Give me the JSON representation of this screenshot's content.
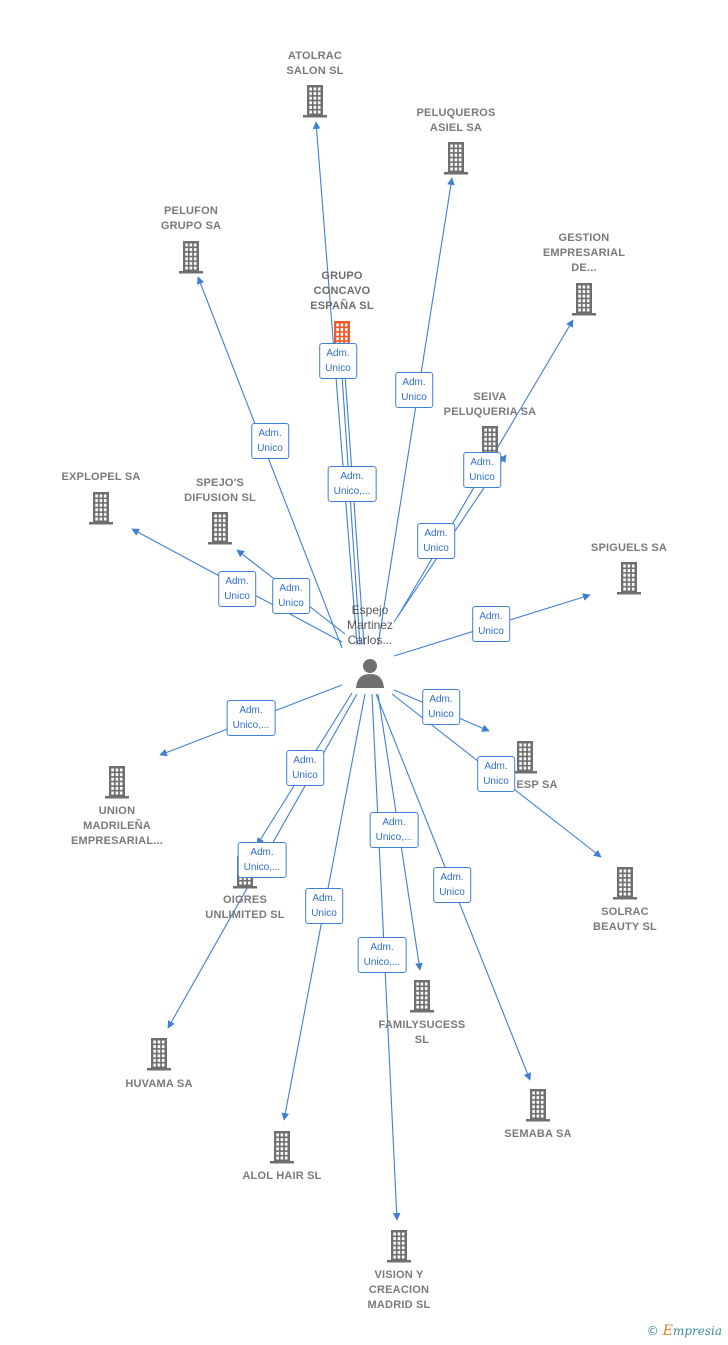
{
  "person": {
    "label_lines": [
      "Espejo",
      "Martinez",
      "Carlos..."
    ]
  },
  "companies": [
    {
      "id": "atolrac",
      "lines": [
        "ATOLRAC",
        "SALON  SL"
      ],
      "highlight": false
    },
    {
      "id": "peluqueros",
      "lines": [
        "PELUQUEROS",
        "ASIEL SA"
      ],
      "highlight": false
    },
    {
      "id": "pelufon",
      "lines": [
        "PELUFON",
        "GRUPO SA"
      ],
      "highlight": false
    },
    {
      "id": "gestion",
      "lines": [
        "GESTION",
        "EMPRESARIAL",
        "DE..."
      ],
      "highlight": false
    },
    {
      "id": "grupo-concavo",
      "lines": [
        "GRUPO",
        "CONCAVO",
        "ESPAÑA  SL"
      ],
      "highlight": true
    },
    {
      "id": "seiva",
      "lines": [
        "SEIVA",
        "PELUQUERIA SA"
      ],
      "highlight": false
    },
    {
      "id": "explopel",
      "lines": [
        "EXPLOPEL SA"
      ],
      "highlight": false
    },
    {
      "id": "spejos",
      "lines": [
        "SPEJO'S",
        "DIFUSION  SL"
      ],
      "highlight": false
    },
    {
      "id": "spiguels",
      "lines": [
        "SPIGUELS SA"
      ],
      "highlight": false
    },
    {
      "id": "union",
      "lines": [
        "UNION",
        "MADRILEÑA",
        "EMPRESARIAL..."
      ],
      "highlight": false
    },
    {
      "id": "esp",
      "lines": [
        "ESP SA"
      ],
      "highlight": false
    },
    {
      "id": "oigres",
      "lines": [
        "OIGRES",
        "UNLIMITED  SL"
      ],
      "highlight": false
    },
    {
      "id": "solrac",
      "lines": [
        "SOLRAC",
        "BEAUTY  SL"
      ],
      "highlight": false
    },
    {
      "id": "familysucess",
      "lines": [
        "FAMILYSUCESS",
        "SL"
      ],
      "highlight": false
    },
    {
      "id": "huvama",
      "lines": [
        "HUVAMA SA"
      ],
      "highlight": false
    },
    {
      "id": "semaba",
      "lines": [
        "SEMABA SA"
      ],
      "highlight": false
    },
    {
      "id": "alol",
      "lines": [
        "ALOL HAIR  SL"
      ],
      "highlight": false
    },
    {
      "id": "vision",
      "lines": [
        "VISION Y",
        "CREACION",
        "MADRID  SL"
      ],
      "highlight": false
    }
  ],
  "edges": [
    {
      "to": "atolrac",
      "label": [
        "Adm.",
        "Unico"
      ]
    },
    {
      "to": "peluqueros",
      "label": [
        "Adm.",
        "Unico"
      ]
    },
    {
      "to": "pelufon",
      "label": [
        "Adm.",
        "Unico"
      ]
    },
    {
      "to": "gestion",
      "label": [
        "Adm.",
        "Unico"
      ]
    },
    {
      "to": "grupo-concavo",
      "label": [
        "Adm.",
        "Unico"
      ]
    },
    {
      "to": "grupo-concavo",
      "label": [
        "Adm.",
        "Unico,..."
      ]
    },
    {
      "to": "seiva",
      "label": [
        "Adm.",
        "Unico"
      ]
    },
    {
      "to": "explopel",
      "label": [
        "Adm.",
        "Unico"
      ]
    },
    {
      "to": "spejos",
      "label": [
        "Adm.",
        "Unico"
      ]
    },
    {
      "to": "spiguels",
      "label": [
        "Adm.",
        "Unico"
      ]
    },
    {
      "to": "union",
      "label": [
        "Adm.",
        "Unico,..."
      ]
    },
    {
      "to": "esp",
      "label": [
        "Adm.",
        "Unico"
      ]
    },
    {
      "to": "oigres",
      "label": [
        "Adm.",
        "Unico"
      ]
    },
    {
      "to": "solrac",
      "label": [
        "Adm.",
        "Unico"
      ]
    },
    {
      "to": "familysucess",
      "label": [
        "Adm.",
        "Unico,..."
      ]
    },
    {
      "to": "huvama",
      "label": [
        "Adm.",
        "Unico,..."
      ]
    },
    {
      "to": "semaba",
      "label": [
        "Adm.",
        "Unico"
      ]
    },
    {
      "to": "alol",
      "label": [
        "Adm.",
        "Unico"
      ]
    },
    {
      "to": "vision",
      "label": [
        "Adm.",
        "Unico,..."
      ]
    }
  ],
  "colors": {
    "edge": "#3f7fd6",
    "building": "#6f6f6f",
    "highlight": "#f05a28",
    "person": "#6f6f6f"
  },
  "footer": {
    "copyright": "©",
    "brand_initial": "E",
    "brand_rest": "mpresia"
  }
}
